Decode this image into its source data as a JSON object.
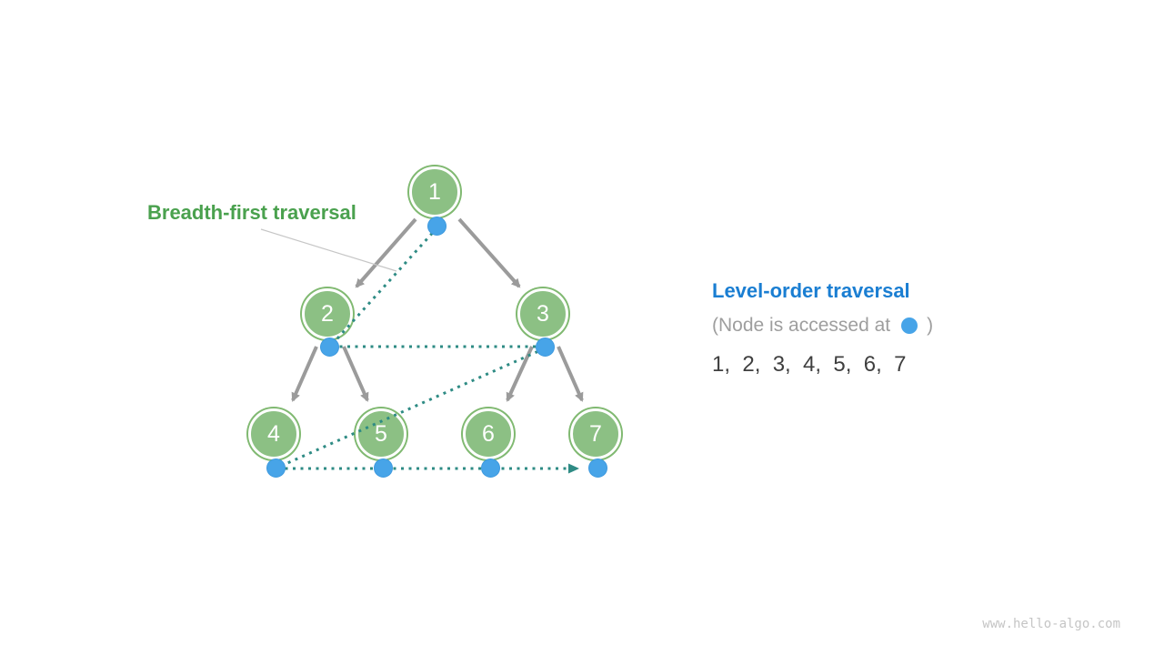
{
  "diagram_type": "binary-tree-breadth-first-traversal",
  "header": {
    "left_label": "Breadth-first traversal"
  },
  "tree": {
    "nodes": [
      {
        "label": "1"
      },
      {
        "label": "2"
      },
      {
        "label": "3"
      },
      {
        "label": "4"
      },
      {
        "label": "5"
      },
      {
        "label": "6"
      },
      {
        "label": "7"
      }
    ],
    "edges": [
      [
        "1",
        "2"
      ],
      [
        "1",
        "3"
      ],
      [
        "2",
        "4"
      ],
      [
        "2",
        "5"
      ],
      [
        "3",
        "6"
      ],
      [
        "3",
        "7"
      ]
    ],
    "traversal_path": [
      "1",
      "2",
      "3",
      "4",
      "5",
      "6",
      "7"
    ]
  },
  "legend": {
    "title": "Level-order traversal",
    "note_prefix": "(Node is accessed at",
    "note_suffix": ")",
    "sequence": "1,  2,  3,  4,  5,  6,  7"
  },
  "watermark": "www.hello-algo.com",
  "colors": {
    "node_fill": "#8CC084",
    "node_outer_ring": "#80B971",
    "node_inner_ring": "#FFFFFF",
    "node_text": "#FFFFFF",
    "tree_edge": "#9B9B9B",
    "traversal_dotted": "#2E8B84",
    "access_dot_blue": "#47A4E8",
    "label_green": "#4AA14E",
    "label_blue": "#1A7ED2",
    "note_gray": "#9E9E9E",
    "sequence_text": "#3F3F3F",
    "annotation_line": "#C6C6C6",
    "watermark_gray": "#C5C5C5"
  }
}
